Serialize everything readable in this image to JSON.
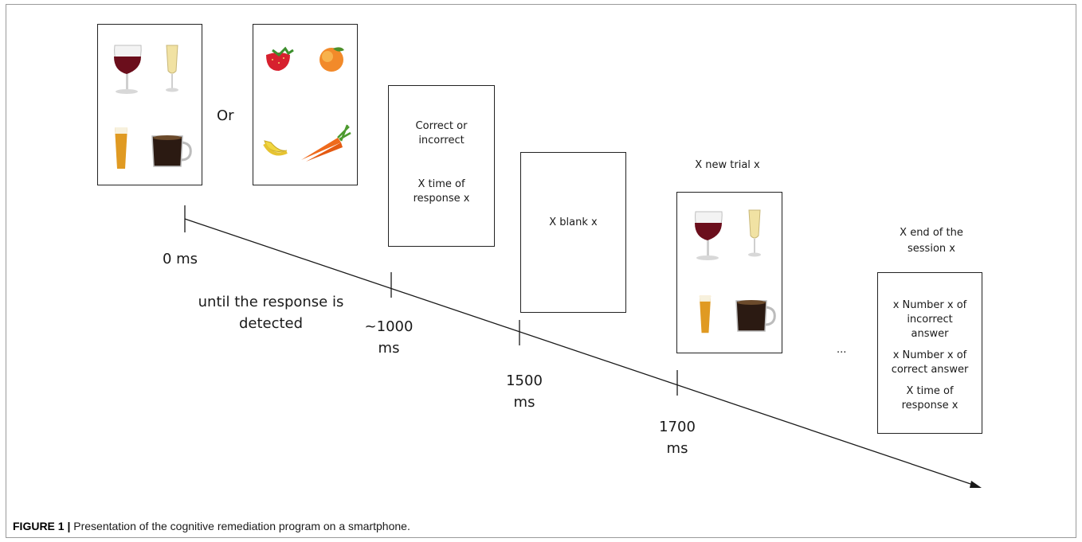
{
  "caption": {
    "label": "FIGURE 1 |",
    "text": "Presentation of the cognitive remediation program on a smartphone."
  },
  "or_label": "Or",
  "drinks_screen": {
    "items": [
      "wine-glass",
      "champagne-flute",
      "beer-glass",
      "coffee-mug"
    ]
  },
  "food_screen": {
    "items": [
      "strawberry",
      "peach",
      "banana",
      "carrot"
    ]
  },
  "feedback_screen": {
    "line1": "Correct or\nincorrect",
    "line2": "X time of\nresponse x"
  },
  "blank_screen": {
    "text": "X blank x"
  },
  "new_trial": {
    "title": "X new trial x",
    "items": [
      "wine-glass",
      "champagne-flute",
      "beer-glass",
      "coffee-mug"
    ]
  },
  "end_screen": {
    "title": "X end of the\nsession x",
    "line1": "x Number  x of\nincorrect\nanswer",
    "line2": "x Number  x of\ncorrect answer",
    "line3": "X time of\nresponse x"
  },
  "ellipsis": "...",
  "timeline": {
    "ticks": [
      {
        "label": "0 ms"
      },
      {
        "label": "~1000\nms"
      },
      {
        "label": "1500\nms"
      },
      {
        "label": "1700\nms"
      }
    ],
    "annotation": "until the response is\ndetected"
  }
}
